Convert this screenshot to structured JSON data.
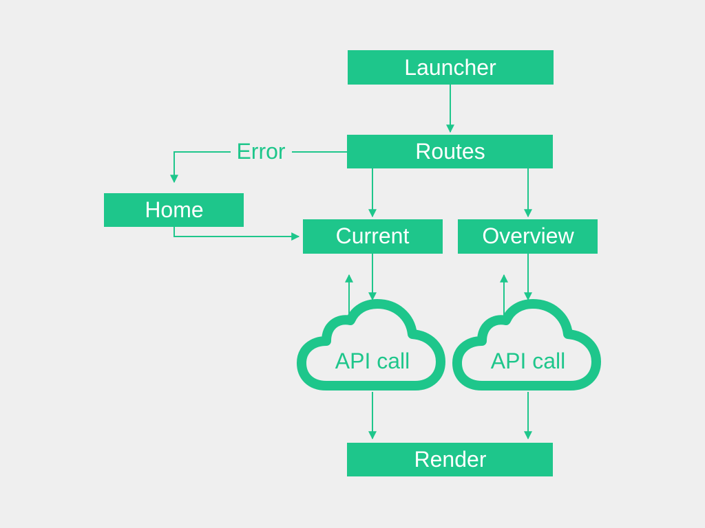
{
  "colors": {
    "background": "#efefef",
    "accent": "#1ec68b",
    "text_on_accent": "#ffffff"
  },
  "nodes": {
    "launcher": "Launcher",
    "routes": "Routes",
    "home": "Home",
    "current": "Current",
    "overview": "Overview",
    "api_call_current": "API call",
    "api_call_overview": "API call",
    "render": "Render"
  },
  "edges": {
    "error_label": "Error"
  },
  "icons": {
    "cloud": "cloud-icon"
  }
}
